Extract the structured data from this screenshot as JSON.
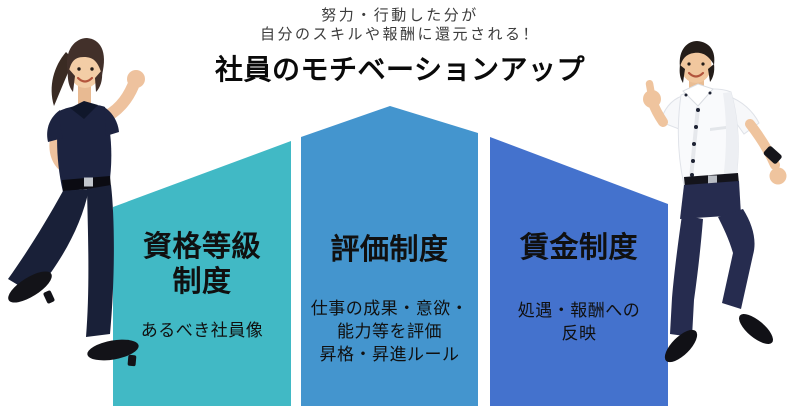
{
  "header": {
    "subtitle_line1": "努力・行動した分が",
    "subtitle_line2": "自分のスキルや報酬に還元される！",
    "title": "社員のモチベーションアップ"
  },
  "pillars": [
    {
      "name": "qualification-grade-system",
      "title": "資格等級\n制度",
      "description": "あるべき社員像",
      "color": "#41b9c5"
    },
    {
      "name": "evaluation-system",
      "title": "評価制度",
      "description": "仕事の成果・意欲・\n能力等を評価\n昇格・昇進ルール",
      "color": "#4495ce"
    },
    {
      "name": "wage-system",
      "title": "賃金制度",
      "description": "処遇・報酬への\n反映",
      "color": "#4472cd"
    }
  ],
  "figures": {
    "left": "jumping-woman-photo",
    "right": "jumping-man-photo"
  },
  "colors": {
    "background": "#ffffff",
    "heading_text": "#0a0a0a",
    "subtitle_text": "#3c3c3c",
    "pillar_text": "#101010"
  }
}
